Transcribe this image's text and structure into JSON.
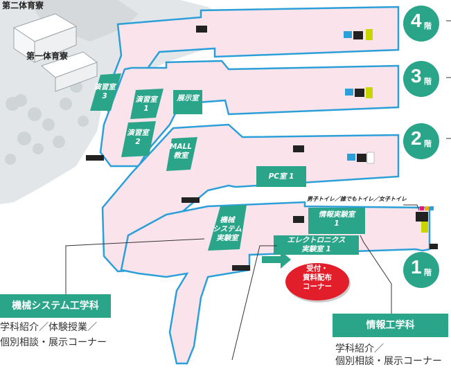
{
  "buildings": {
    "second_gym": "第二体育寮",
    "first_gym": "第一体育寮"
  },
  "floors": [
    {
      "number": "4",
      "suffix": "階"
    },
    {
      "number": "3",
      "suffix": "階"
    },
    {
      "number": "2",
      "suffix": "階"
    },
    {
      "number": "1",
      "suffix": "階"
    }
  ],
  "rooms": {
    "seminar3": [
      "演習室",
      "3"
    ],
    "seminar1": [
      "演習室",
      "1"
    ],
    "seminar2": [
      "演習室",
      "2"
    ],
    "exhibition": "展示室",
    "mall": [
      "MALL",
      "教室"
    ],
    "pc1": "PC室 1",
    "info_lab1": [
      "情報実験室",
      "1"
    ],
    "mech_lab": [
      "機械",
      "システム",
      "実験室"
    ],
    "electronics_lab1": [
      "エレクトロニクス",
      "実験室 1"
    ]
  },
  "restrooms_caption": "男子トイレ／誰でもトイレ／女子トイレ",
  "toilet_labels": {
    "men": "男子トイレ",
    "women": "女子トイレ"
  },
  "reception": [
    "受付・",
    "資料配布",
    "コーナー"
  ],
  "departments": {
    "mechanical": {
      "name": "機械システム工学科",
      "desc_line1": "学科紹介／体験授業／",
      "desc_line2": "個別相談・展示コーナー"
    },
    "info": {
      "name": "情報工学科",
      "desc_line1": "学科紹介／",
      "desc_line2": "個別相談・展示コーナー"
    }
  },
  "colors": {
    "accent_green": "#2aa58a",
    "floor_pink": "#fbe3ec",
    "outline_blue": "#2a9fd8",
    "reception_red": "#e11e2a",
    "map_gray": "#dfe3e6"
  }
}
